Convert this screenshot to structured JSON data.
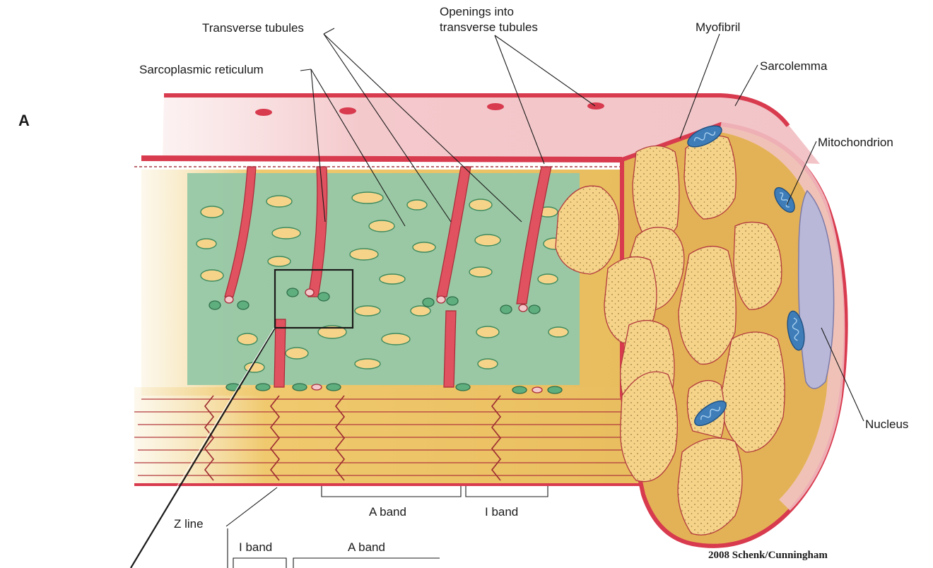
{
  "panel_letter": "A",
  "labels": {
    "transverse_tubules": "Transverse tubules",
    "openings_line1": "Openings into",
    "openings_line2": "transverse tubules",
    "myofibril": "Myofibril",
    "sarcolemma": "Sarcolemma",
    "sarcoplasmic_reticulum": "Sarcoplasmic reticulum",
    "mitochondrion": "Mitochondrion",
    "nucleus": "Nucleus",
    "a_band_upper": "A band",
    "i_band_upper": "I band",
    "z_line": "Z line",
    "i_band_lower": "I band",
    "a_band_lower": "A band"
  },
  "credit": "2008 Schenk/Cunningham",
  "colors": {
    "sarcolemma": "#d83a4e",
    "membrane_pink": "#f4c9cc",
    "myofibril_tan": "#f5d48a",
    "cytoplasm_gold": "#e4b256",
    "reticulum_green": "#96c8a8",
    "reticulum_outline": "#3d8a5e",
    "ttubule_red": "#e0525f",
    "mitochondrion_blue": "#3e7db8",
    "nucleus_lavender": "#b9b8d8"
  }
}
